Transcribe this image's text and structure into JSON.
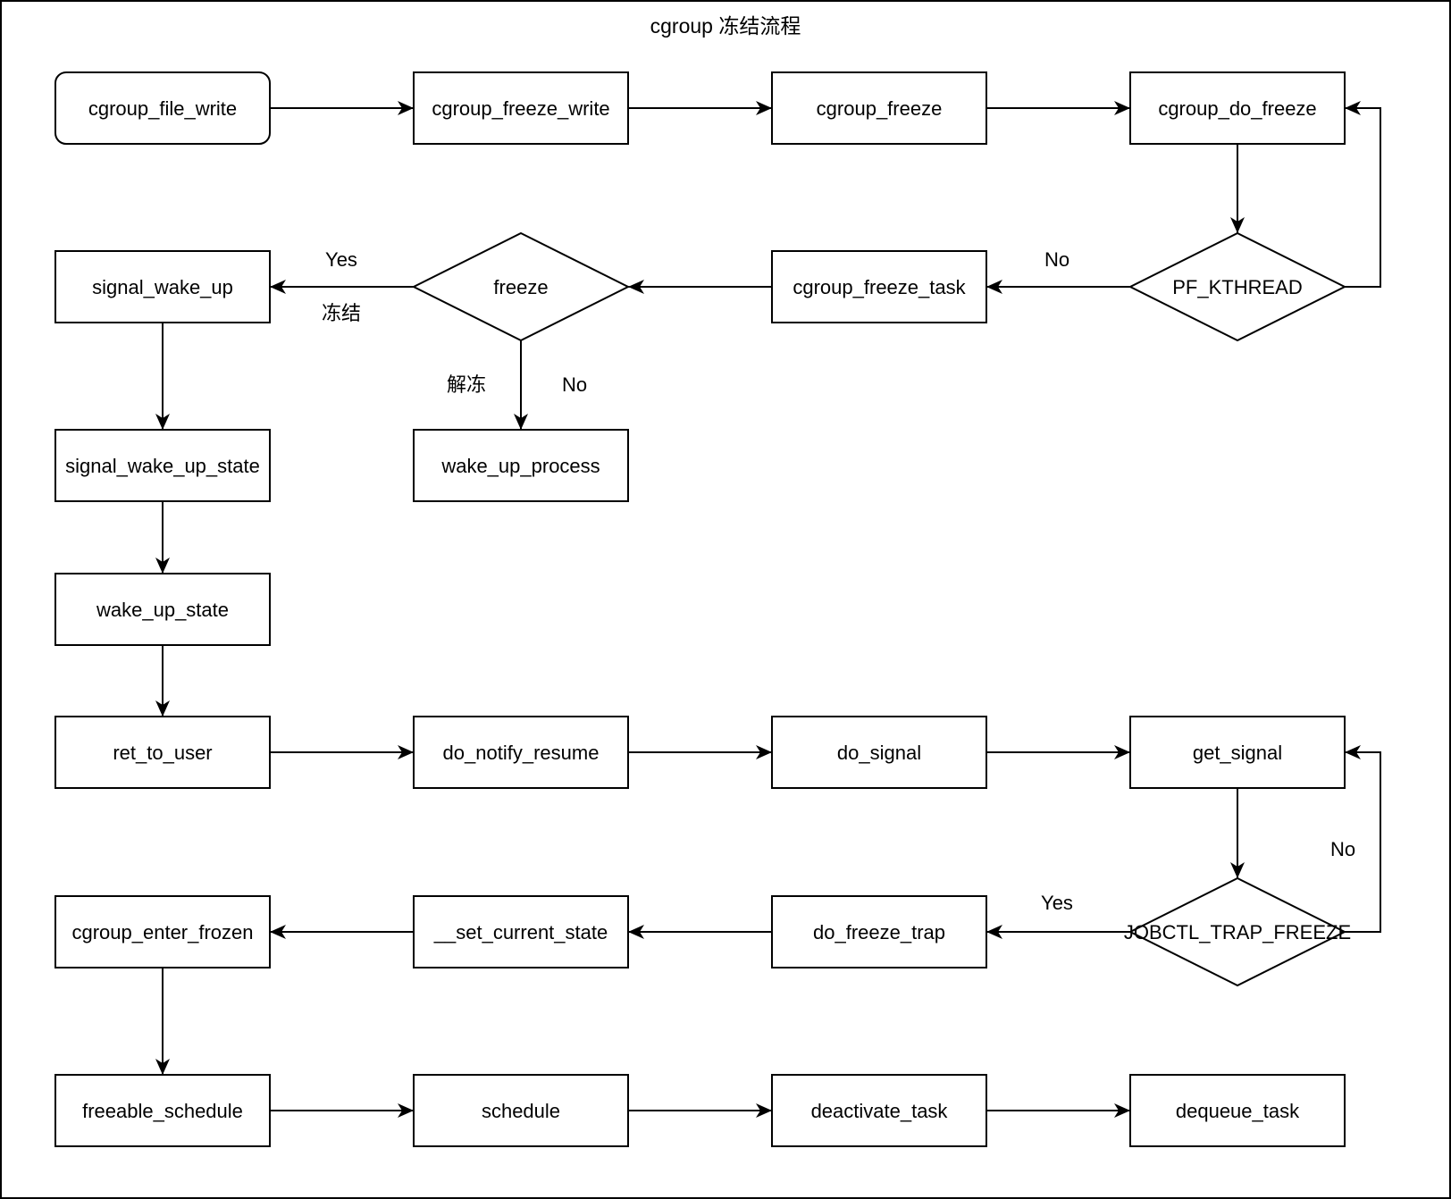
{
  "title": "cgroup 冻结流程",
  "nodes": [
    {
      "id": "cgroup_file_write",
      "label": "cgroup_file_write",
      "shape": "rounded"
    },
    {
      "id": "cgroup_freeze_write",
      "label": "cgroup_freeze_write",
      "shape": "rect"
    },
    {
      "id": "cgroup_freeze",
      "label": "cgroup_freeze",
      "shape": "rect"
    },
    {
      "id": "cgroup_do_freeze",
      "label": "cgroup_do_freeze",
      "shape": "rect"
    },
    {
      "id": "pf_kthread",
      "label": "PF_KTHREAD",
      "shape": "diamond"
    },
    {
      "id": "cgroup_freeze_task",
      "label": "cgroup_freeze_task",
      "shape": "rect"
    },
    {
      "id": "freeze",
      "label": "freeze",
      "shape": "diamond"
    },
    {
      "id": "signal_wake_up",
      "label": "signal_wake_up",
      "shape": "rect"
    },
    {
      "id": "wake_up_process",
      "label": "wake_up_process",
      "shape": "rect"
    },
    {
      "id": "signal_wake_up_state",
      "label": "signal_wake_up_state",
      "shape": "rect"
    },
    {
      "id": "wake_up_state",
      "label": "wake_up_state",
      "shape": "rect"
    },
    {
      "id": "ret_to_user",
      "label": "ret_to_user",
      "shape": "rect"
    },
    {
      "id": "do_notify_resume",
      "label": "do_notify_resume",
      "shape": "rect"
    },
    {
      "id": "do_signal",
      "label": "do_signal",
      "shape": "rect"
    },
    {
      "id": "get_signal",
      "label": "get_signal",
      "shape": "rect"
    },
    {
      "id": "jobctl_trap_freeze",
      "label": "JOBCTL_TRAP_FREEZE",
      "shape": "diamond"
    },
    {
      "id": "do_freeze_trap",
      "label": "do_freeze_trap",
      "shape": "rect"
    },
    {
      "id": "set_current_state",
      "label": "__set_current_state",
      "shape": "rect"
    },
    {
      "id": "cgroup_enter_frozen",
      "label": "cgroup_enter_frozen",
      "shape": "rect"
    },
    {
      "id": "freeable_schedule",
      "label": "freeable_schedule",
      "shape": "rect"
    },
    {
      "id": "schedule",
      "label": "schedule",
      "shape": "rect"
    },
    {
      "id": "deactivate_task",
      "label": "deactivate_task",
      "shape": "rect"
    },
    {
      "id": "dequeue_task",
      "label": "dequeue_task",
      "shape": "rect"
    }
  ],
  "edges": [
    {
      "from": "cgroup_file_write",
      "to": "cgroup_freeze_write"
    },
    {
      "from": "cgroup_freeze_write",
      "to": "cgroup_freeze"
    },
    {
      "from": "cgroup_freeze",
      "to": "cgroup_do_freeze"
    },
    {
      "from": "cgroup_do_freeze",
      "to": "pf_kthread"
    },
    {
      "from": "pf_kthread",
      "to": "cgroup_do_freeze",
      "loop": true
    },
    {
      "from": "pf_kthread",
      "to": "cgroup_freeze_task"
    },
    {
      "from": "cgroup_freeze_task",
      "to": "freeze"
    },
    {
      "from": "freeze",
      "to": "signal_wake_up"
    },
    {
      "from": "freeze",
      "to": "wake_up_process"
    },
    {
      "from": "signal_wake_up",
      "to": "signal_wake_up_state"
    },
    {
      "from": "signal_wake_up_state",
      "to": "wake_up_state"
    },
    {
      "from": "wake_up_state",
      "to": "ret_to_user"
    },
    {
      "from": "ret_to_user",
      "to": "do_notify_resume"
    },
    {
      "from": "do_notify_resume",
      "to": "do_signal"
    },
    {
      "from": "do_signal",
      "to": "get_signal"
    },
    {
      "from": "get_signal",
      "to": "jobctl_trap_freeze"
    },
    {
      "from": "jobctl_trap_freeze",
      "to": "get_signal",
      "loop": true
    },
    {
      "from": "jobctl_trap_freeze",
      "to": "do_freeze_trap"
    },
    {
      "from": "do_freeze_trap",
      "to": "set_current_state"
    },
    {
      "from": "set_current_state",
      "to": "cgroup_enter_frozen"
    },
    {
      "from": "cgroup_enter_frozen",
      "to": "freeable_schedule"
    },
    {
      "from": "freeable_schedule",
      "to": "schedule"
    },
    {
      "from": "schedule",
      "to": "deactivate_task"
    },
    {
      "from": "deactivate_task",
      "to": "dequeue_task"
    }
  ],
  "edge_labels": {
    "pf_kthread_no": "No",
    "freeze_yes": "Yes",
    "freeze_frozen": "冻结",
    "freeze_unfreeze": "解冻",
    "freeze_no": "No",
    "jobctl_yes": "Yes",
    "jobctl_no": "No"
  }
}
